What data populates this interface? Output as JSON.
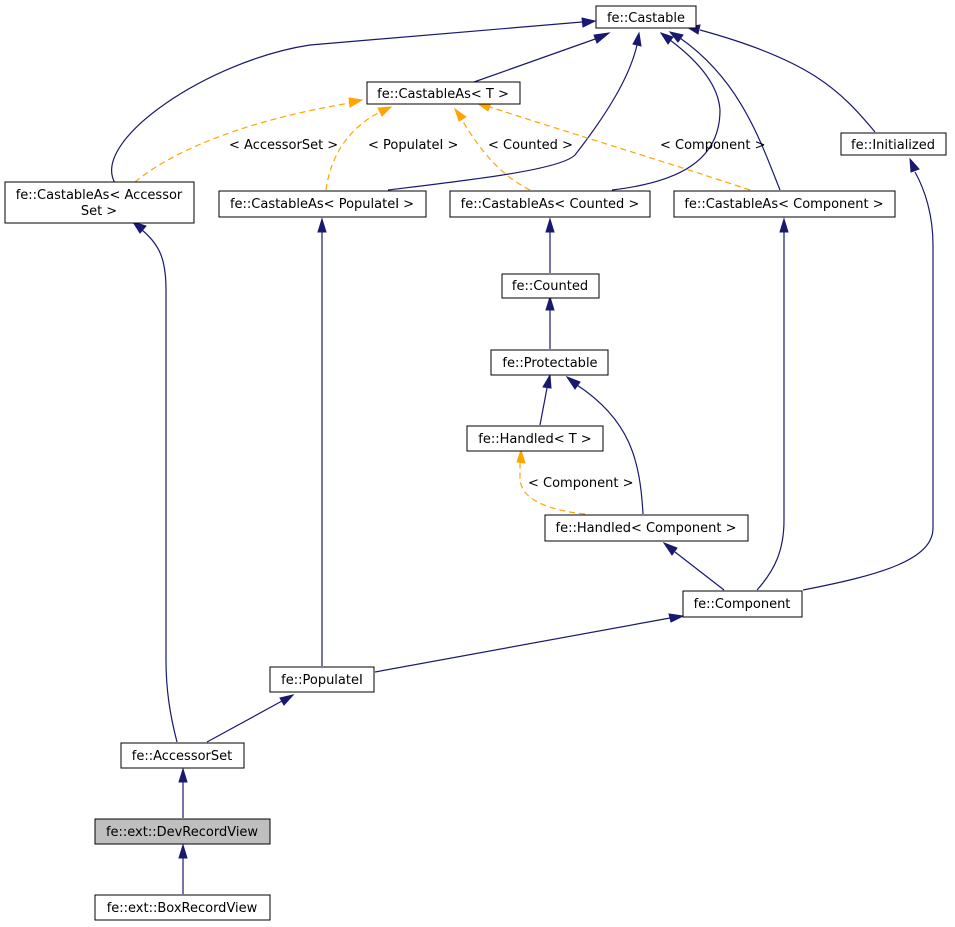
{
  "nodes": {
    "castable": "fe::Castable",
    "castableas_t": "fe::CastableAs< T >",
    "initialized": "fe::Initialized",
    "castableas_accessorset_l1": "fe::CastableAs< Accessor",
    "castableas_accessorset_l2": "Set >",
    "castableas_populatei": "fe::CastableAs< PopulateI >",
    "castableas_counted": "fe::CastableAs< Counted >",
    "castableas_component": "fe::CastableAs< Component >",
    "counted": "fe::Counted",
    "protectable": "fe::Protectable",
    "handled_t": "fe::Handled< T >",
    "handled_component": "fe::Handled< Component >",
    "component": "fe::Component",
    "populatei": "fe::PopulateI",
    "accessorset": "fe::AccessorSet",
    "devrecordview": "fe::ext::DevRecordView",
    "boxrecordview": "fe::ext::BoxRecordView"
  },
  "edge_labels": {
    "accessorset": "< AccessorSet >",
    "populatei": "< PopulateI >",
    "counted": "< Counted >",
    "component": "< Component >",
    "handled_component": "< Component >"
  },
  "colors": {
    "inheritance": "#191970",
    "template": "#ffa500",
    "current_node_fill": "#bfbfbf"
  }
}
